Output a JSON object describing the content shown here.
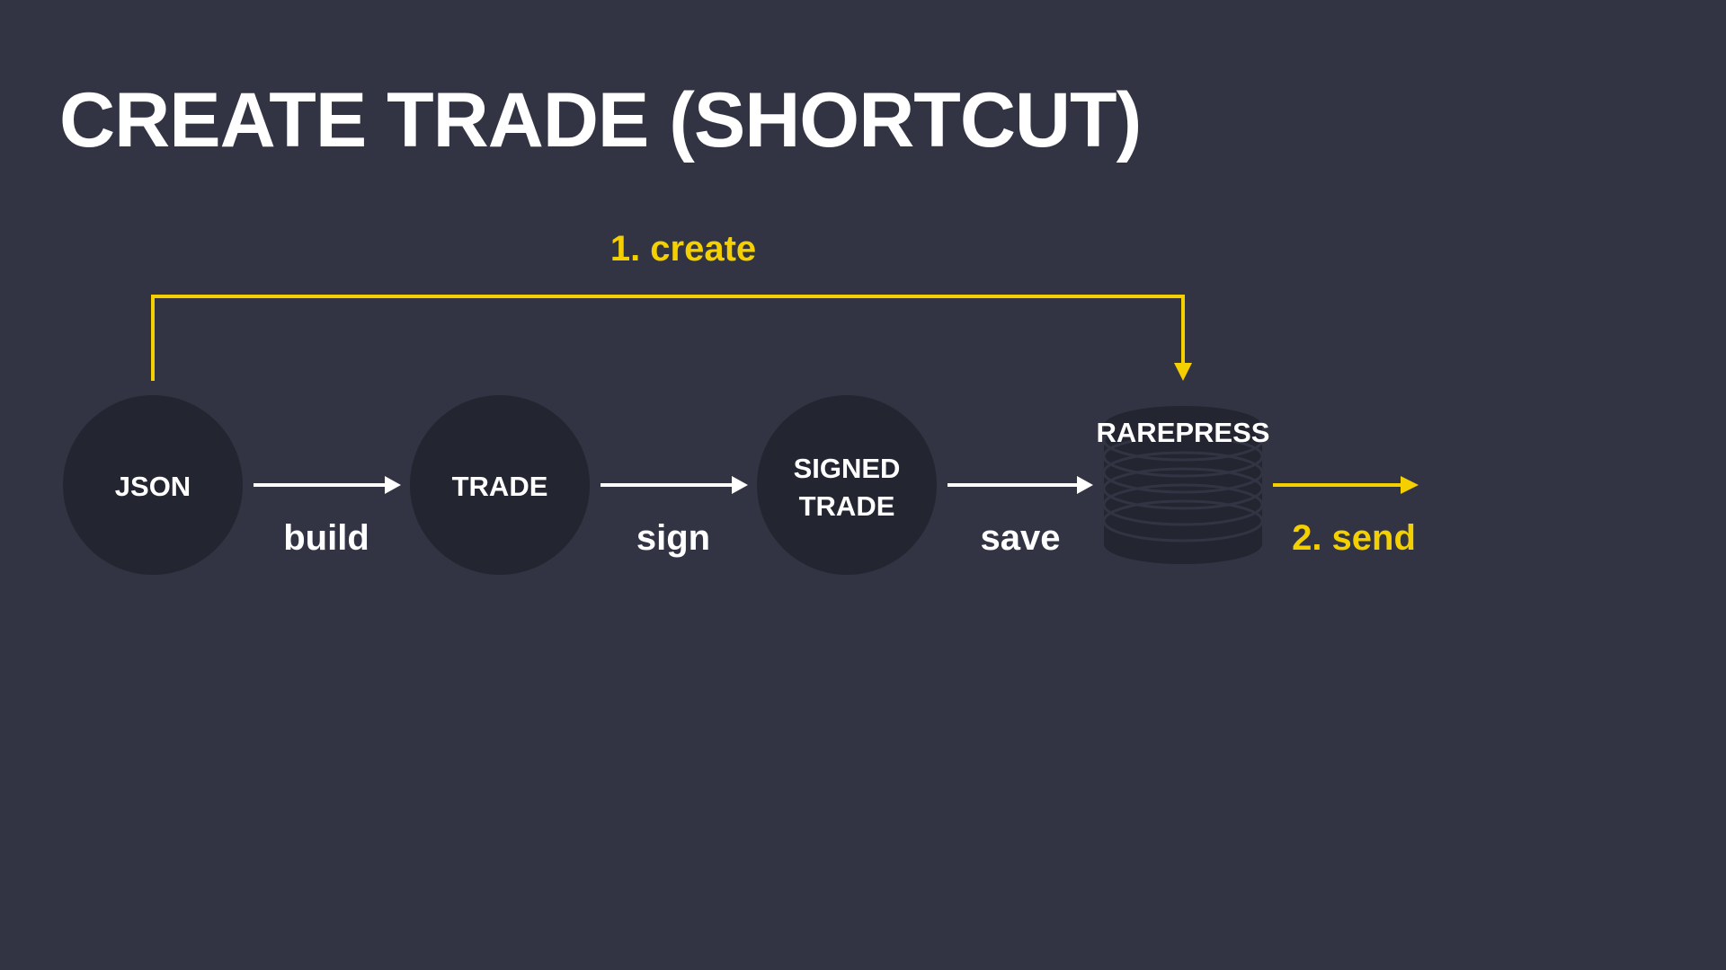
{
  "title": "CREATE TRADE (SHORTCUT)",
  "colors": {
    "background": "#323444",
    "node_fill": "#232530",
    "accent": "#f4d000",
    "text": "#ffffff"
  },
  "nodes": {
    "json": "JSON",
    "trade": "TRADE",
    "signed_trade_line1": "SIGNED",
    "signed_trade_line2": "TRADE",
    "rarepress": "RAREPRESS"
  },
  "edges": {
    "build": "build",
    "sign": "sign",
    "save": "save",
    "create": "1. create",
    "send": "2. send"
  },
  "icons": {
    "rarepress": "database-stack-icon"
  }
}
